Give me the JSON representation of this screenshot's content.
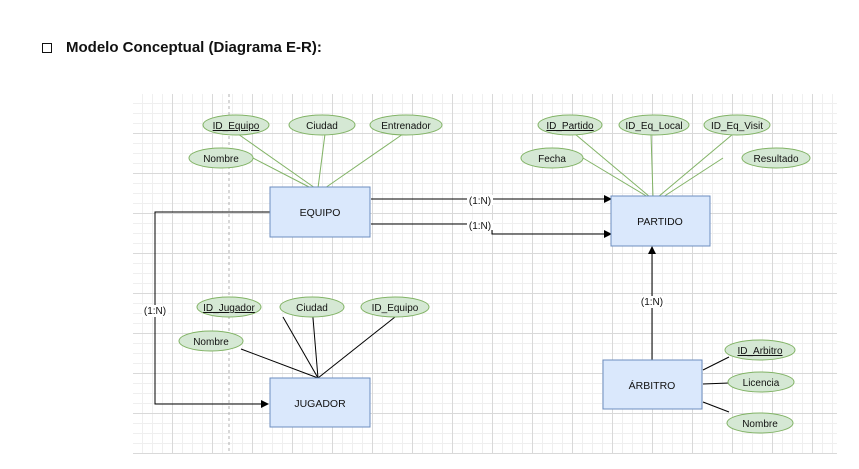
{
  "heading": {
    "title": "Modelo Conceptual (Diagrama E-R):"
  },
  "entities": {
    "equipo": "EQUIPO",
    "partido": "PARTIDO",
    "jugador": "JUGADOR",
    "arbitro": "ÁRBITRO"
  },
  "attributes": {
    "equipo": {
      "id": "ID_Equipo",
      "ciudad": "Ciudad",
      "entrenador": "Entrenador",
      "nombre": "Nombre"
    },
    "partido": {
      "id": "ID_Partido",
      "eq_local": "ID_Eq_Local",
      "eq_visit": "ID_Eq_Visit",
      "fecha": "Fecha",
      "resultado": "Resultado"
    },
    "jugador": {
      "id": "ID_Jugador",
      "ciudad": "Ciudad",
      "id_equipo": "ID_Equipo",
      "nombre": "Nombre"
    },
    "arbitro": {
      "id": "ID_Arbitro",
      "licencia": "Licencia",
      "nombre": "Nombre"
    }
  },
  "relations": {
    "equipo_partido_1": "(1:N)",
    "equipo_partido_2": "(1:N)",
    "equipo_jugador": "(1:N)",
    "arbitro_partido": "(1:N)"
  },
  "colors": {
    "entity_fill": "#dae8fc",
    "entity_stroke": "#6c8ebf",
    "attribute_fill": "#d5e8d4",
    "attribute_stroke": "#82b366",
    "connector": "#000000"
  }
}
